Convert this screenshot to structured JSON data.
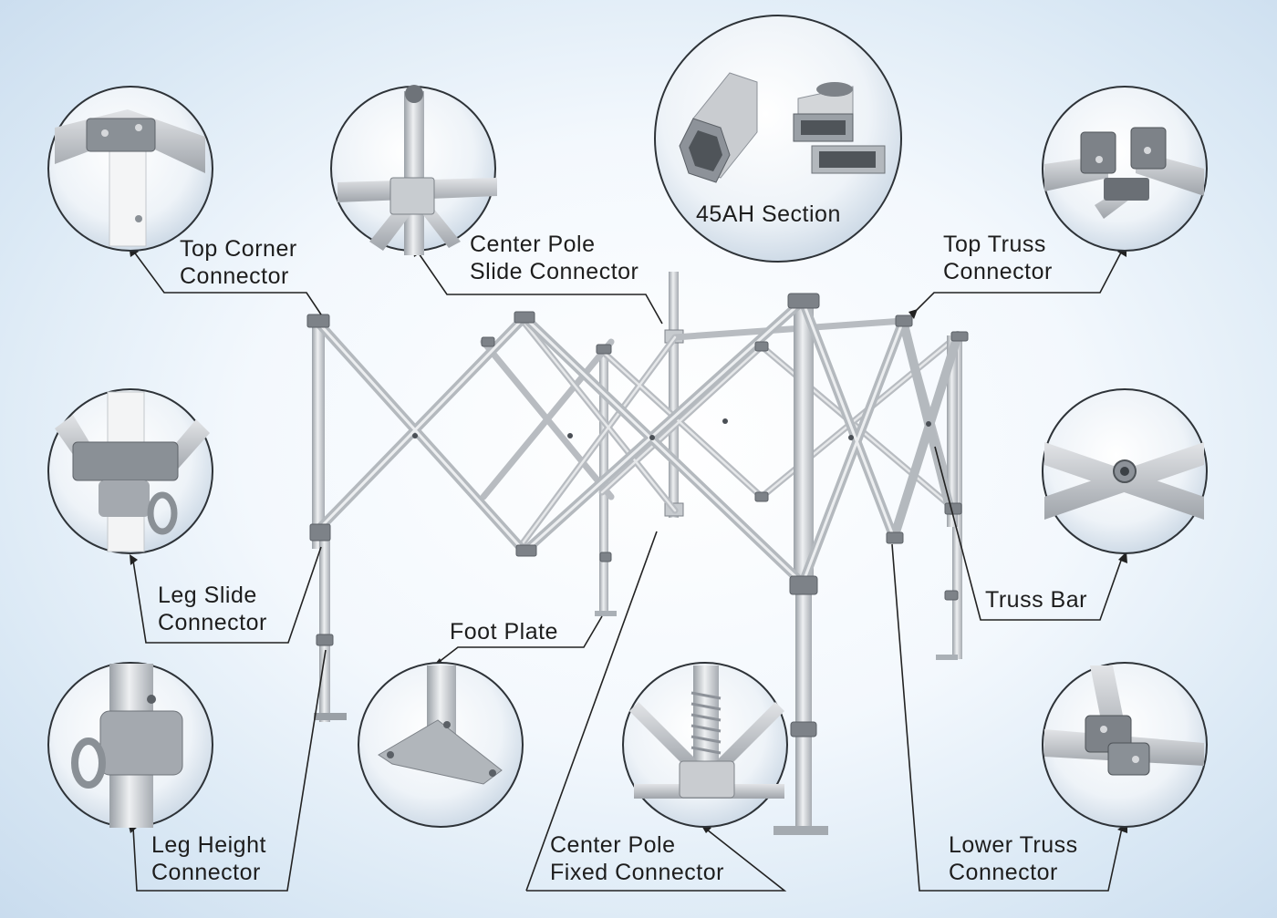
{
  "callouts": {
    "top_corner": [
      "Top Corner",
      "Connector"
    ],
    "center_pole_slide": [
      "Center Pole",
      "Slide Connector"
    ],
    "section": [
      "45AH Section"
    ],
    "top_truss": [
      "Top Truss",
      "Connector"
    ],
    "leg_slide": [
      "Leg Slide",
      "Connector"
    ],
    "foot_plate": [
      "Foot Plate"
    ],
    "truss_bar": [
      "Truss Bar"
    ],
    "leg_height": [
      "Leg Height",
      "Connector"
    ],
    "center_pole_fixed": [
      "Center Pole",
      "Fixed Connector"
    ],
    "lower_truss": [
      "Lower Truss",
      "Connector"
    ]
  },
  "colors": {
    "aluminum": "#c9ccd0",
    "aluminum_dark": "#8d9299",
    "connector_gray": "#7d8288",
    "leader_line": "#222222"
  }
}
